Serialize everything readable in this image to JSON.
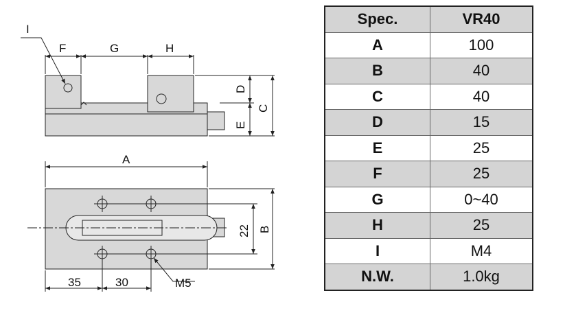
{
  "table": {
    "header_spec": "Spec.",
    "header_model": "VR40",
    "rows": [
      {
        "key": "A",
        "value": "100"
      },
      {
        "key": "B",
        "value": "40"
      },
      {
        "key": "C",
        "value": "40"
      },
      {
        "key": "D",
        "value": "15"
      },
      {
        "key": "E",
        "value": "25"
      },
      {
        "key": "F",
        "value": "25"
      },
      {
        "key": "G",
        "value": "0~40"
      },
      {
        "key": "H",
        "value": "25"
      },
      {
        "key": "I",
        "value": "M4"
      },
      {
        "key": "N.W.",
        "value": "1.0kg"
      }
    ]
  },
  "drawing": {
    "label_I": "I",
    "label_F": "F",
    "label_G": "G",
    "label_H": "H",
    "label_D": "D",
    "label_E": "E",
    "label_C": "C",
    "label_A": "A",
    "label_B": "B",
    "dim_22": "22",
    "dim_35": "35",
    "dim_30": "30",
    "label_M5": "M5"
  },
  "colors": {
    "part_fill": "#d8d8d8",
    "line": "#222222",
    "shade_row": "#d4d4d4"
  }
}
